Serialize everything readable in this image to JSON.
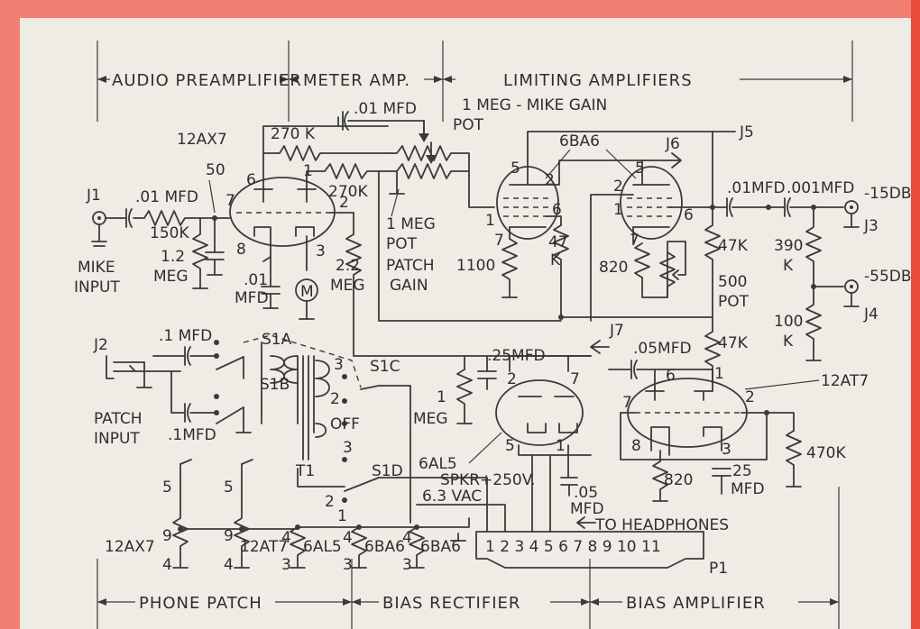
{
  "sections": {
    "audio_preamplifier": "AUDIO PREAMPLIFIER",
    "meter_amp": "METER AMP.",
    "limiting_amplifiers": "LIMITING AMPLIFIERS",
    "phone_patch": "PHONE PATCH",
    "bias_rectifier": "BIAS RECTIFIER",
    "bias_amplifier": "BIAS AMPLIFIER"
  },
  "tubes": {
    "v1": "12AX7",
    "v2": "6BA6",
    "v4": "12AT7",
    "v5": "6AL5"
  },
  "jacks": {
    "j1": "J1",
    "j2": "J2",
    "j3": "J3",
    "j4": "J4",
    "j5": "J5",
    "j6": "J6",
    "j7": "J7",
    "p1": "P1"
  },
  "labels": {
    "mike_input_1": "MIKE",
    "mike_input_2": "INPUT",
    "patch_input_1": "PATCH",
    "patch_input_2": "INPUT",
    "c_in": ".01 MFD",
    "r_150k": "150K",
    "r_12meg_a": "1.2",
    "r_12meg_b": "MEG",
    "c_50": "50",
    "r_270k_a": "270 K",
    "r_270k_b": "270K",
    "c_coupling": ".01 MFD",
    "pot_mike_1": "1 MEG - MIKE GAIN",
    "pot_mike_2": "POT",
    "pot_patch_1": "1 MEG",
    "pot_patch_2": "POT",
    "pot_patch_3": "PATCH",
    "pot_patch_4": "GAIN",
    "c_01_meter_a": ".01",
    "c_01_meter_b": "MFD",
    "r_22meg_a": "2.2",
    "r_22meg_b": "MEG",
    "meter": "M",
    "r_1100": "1100",
    "r_47k_a": "47",
    "r_47k_b": "K",
    "r_820_a": "820",
    "pot_500_a": "500",
    "pot_500_b": "POT",
    "r_47k_c": "47K",
    "r_47k_d": "47K",
    "c_01_out": ".01MFD",
    "c_001": ".001MFD",
    "r_390k_a": "390",
    "r_390k_b": "K",
    "r_100k_a": "100",
    "r_100k_b": "K",
    "out_15db": "-15DB",
    "out_55db": "-55DB",
    "c_1mfd_a": ".1 MFD",
    "c_1mfd_b": ".1MFD",
    "s1a": "S1A",
    "s1b": "S1B",
    "s1c": "S1C",
    "s1d": "S1D",
    "off": "OFF",
    "t1": "T1",
    "r_1meg_a": "1",
    "r_1meg_b": "MEG",
    "c_25mfd": ".25MFD",
    "c_05mfd": ".05MFD",
    "c_05mfd_b1": ".05",
    "c_05mfd_b2": "MFD",
    "r_470k": "470K",
    "r_820_b": "820",
    "c_25mfd_b": "25",
    "c_25mfd_b2": "MFD",
    "spkr": "SPKR+250V.",
    "heater": "6.3 VAC",
    "headphones": "TO HEADPHONES",
    "connector_pins": "1 2 3 4 5 6 7 8 9 10 11"
  },
  "heaters": [
    "12AX7",
    "12AT7",
    "6AL5",
    "6BA6",
    "6BA6"
  ]
}
